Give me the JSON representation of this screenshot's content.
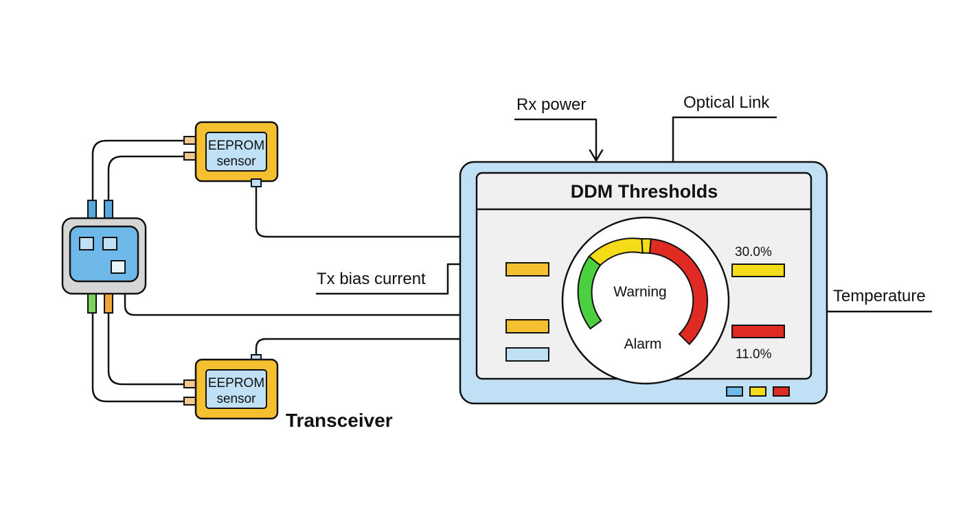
{
  "labels": {
    "rx_power": "Rx power",
    "optical_link": "Optical Link",
    "tx_bias_current": "Tx bias current",
    "temperature": "Temperature",
    "transceiver": "Transceiver"
  },
  "eeprom_top": {
    "line1": "EEPROM",
    "line2": "sensor"
  },
  "eeprom_bottom": {
    "line1": "EEPROM",
    "line2": "sensor"
  },
  "panel": {
    "title": "DDM Thresholds",
    "gauge_warning": "Warning",
    "gauge_alarm": "Alarm",
    "value_top": "30.0%",
    "value_bottom": "11.0%"
  },
  "colors": {
    "green": "#4cd040",
    "yellow": "#f5dc1a",
    "red": "#e02b24",
    "amber": "#f5c030",
    "light_blue": "#bfe0f5",
    "module_blue": "#6fb8ea"
  }
}
